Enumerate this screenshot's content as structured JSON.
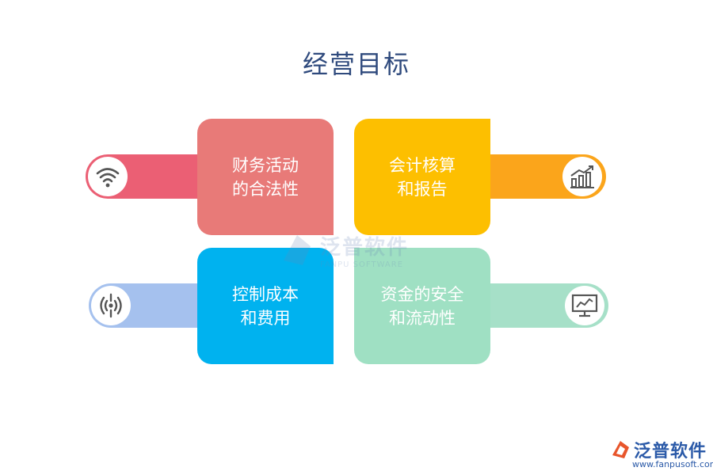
{
  "title": "经营目标",
  "cards": [
    {
      "line1": "财务活动",
      "line2": "的合法性",
      "color": "#e87a78",
      "pill_color": "#eb5f74",
      "icon": "wifi-icon"
    },
    {
      "line1": "会计核算",
      "line2": "和报告",
      "color": "#fdbf00",
      "pill_color": "#fba51b",
      "icon": "bar-chart-growth-icon"
    },
    {
      "line1": "控制成本",
      "line2": "和费用",
      "color": "#00b2ef",
      "pill_color": "#a5c1ee",
      "icon": "broadcast-icon"
    },
    {
      "line1": "资金的安全",
      "line2": "和流动性",
      "color": "#9fe0c3",
      "pill_color": "#a6e0c8",
      "icon": "monitor-chart-icon"
    }
  ],
  "watermark": {
    "brand": "泛普软件",
    "sub": "FANPU SOFTWARE"
  },
  "logo": {
    "brand": "泛普软件",
    "url": "www.fanpusoft.com"
  }
}
